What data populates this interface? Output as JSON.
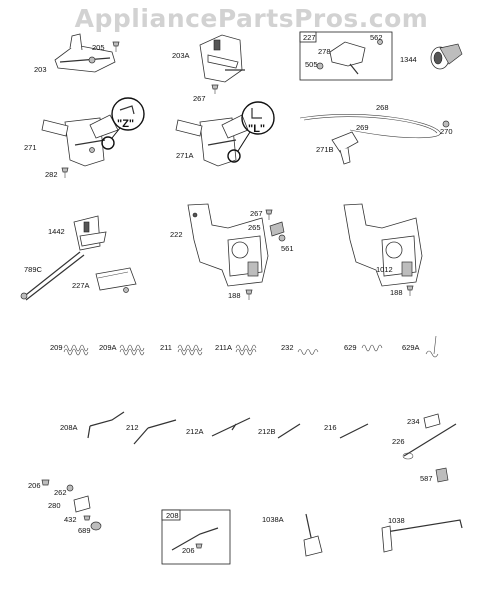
{
  "watermark": "AppliancePartsPros.com",
  "callouts": {
    "z": "\"Z\"",
    "l": "\"L\""
  },
  "labels": {
    "p203": "203",
    "p205": "205",
    "p203a": "203A",
    "p267a": "267",
    "p227": "227",
    "p278": "278",
    "p562": "562",
    "p505": "505",
    "p1344": "1344",
    "p271": "271",
    "p282": "282",
    "p271a": "271A",
    "p268": "268",
    "p269": "269",
    "p271b": "271B",
    "p270": "270",
    "p1442": "1442",
    "p789c": "789C",
    "p227a": "227A",
    "p222": "222",
    "p267b": "267",
    "p265": "265",
    "p561": "561",
    "p188a": "188",
    "p1012": "1012",
    "p188b": "188",
    "p209": "209",
    "p209a": "209A",
    "p211": "211",
    "p211a": "211A",
    "p232": "232",
    "p629": "629",
    "p629a": "629A",
    "p208a": "208A",
    "p212": "212",
    "p212a": "212A",
    "p212b": "212B",
    "p216": "216",
    "p234": "234",
    "p226": "226",
    "p587": "587",
    "p206a": "206",
    "p262": "262",
    "p280": "280",
    "p432": "432",
    "p689": "689",
    "p208": "208",
    "p206b": "206",
    "p1038a": "1038A",
    "p1038": "1038"
  }
}
